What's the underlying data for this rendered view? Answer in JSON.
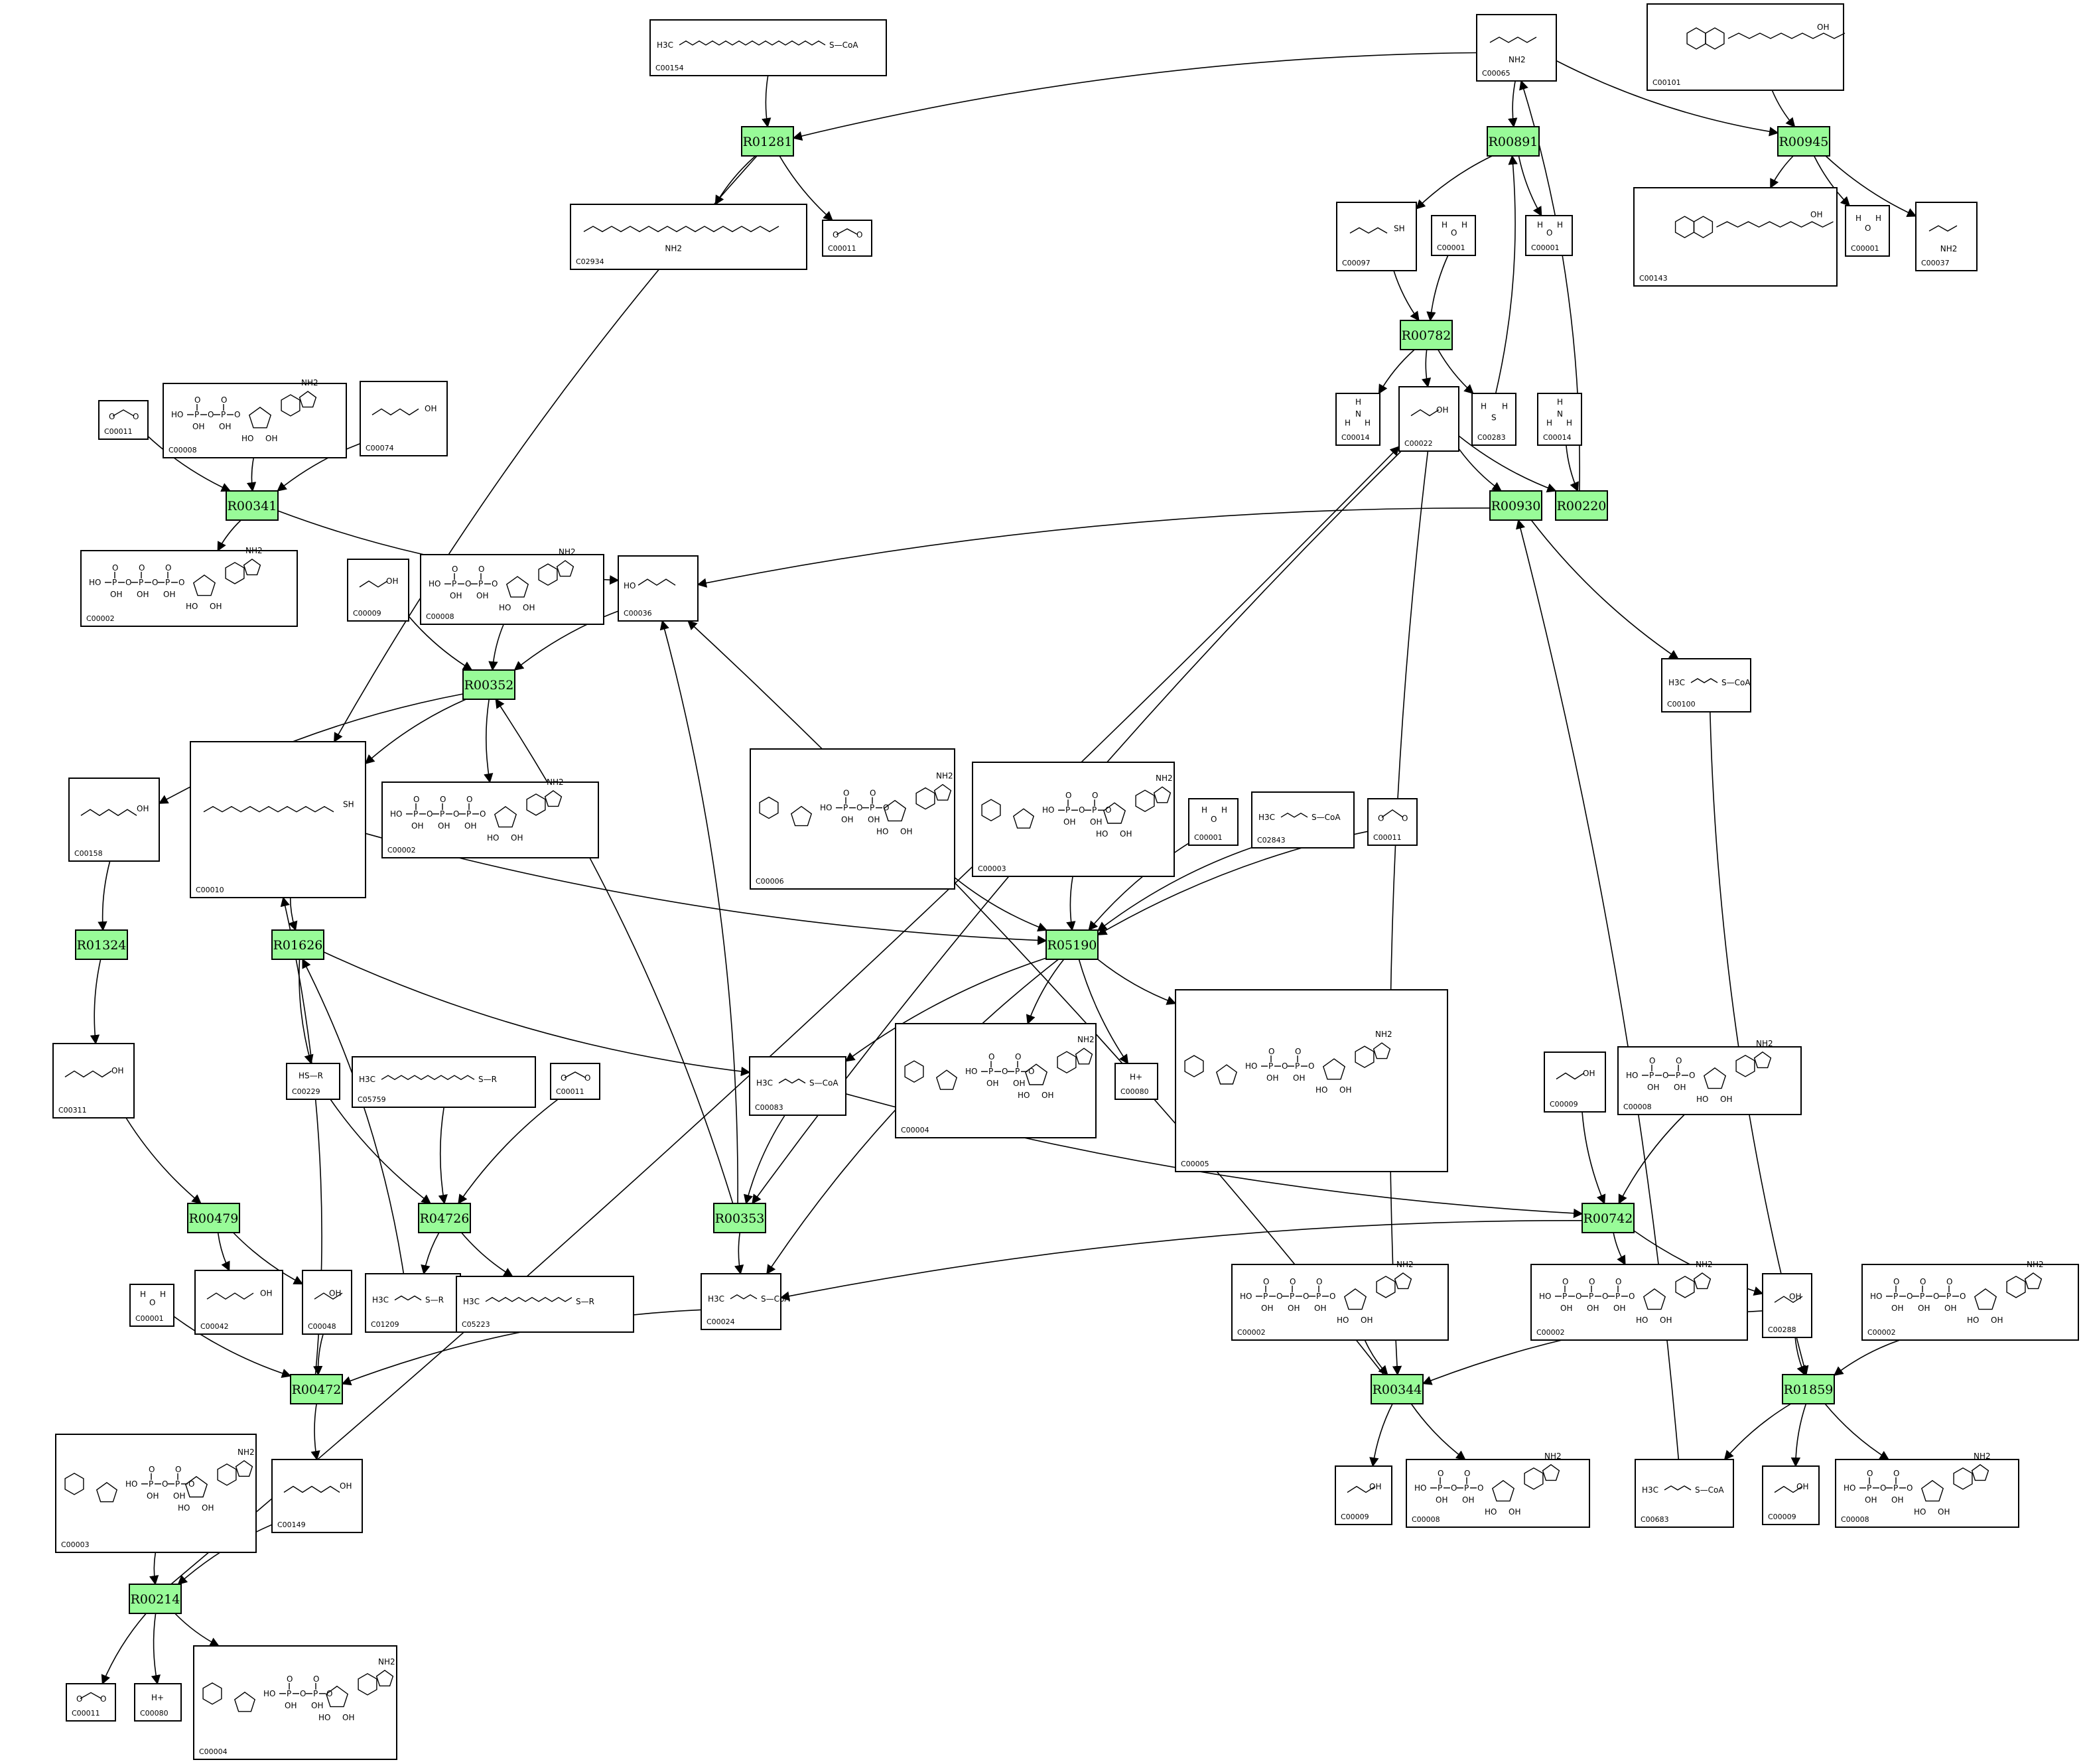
{
  "reactions": [
    {
      "id": "R01281",
      "label": "R01281"
    },
    {
      "id": "R00891",
      "label": "R00891"
    },
    {
      "id": "R00945",
      "label": "R00945"
    },
    {
      "id": "R00782",
      "label": "R00782"
    },
    {
      "id": "R00341",
      "label": "R00341"
    },
    {
      "id": "R00930",
      "label": "R00930"
    },
    {
      "id": "R00220",
      "label": "R00220"
    },
    {
      "id": "R00352",
      "label": "R00352"
    },
    {
      "id": "R01324",
      "label": "R01324"
    },
    {
      "id": "R01626",
      "label": "R01626"
    },
    {
      "id": "R05190",
      "label": "R05190"
    },
    {
      "id": "R00479",
      "label": "R00479"
    },
    {
      "id": "R04726",
      "label": "R04726"
    },
    {
      "id": "R00353",
      "label": "R00353"
    },
    {
      "id": "R00742",
      "label": "R00742"
    },
    {
      "id": "R00472",
      "label": "R00472"
    },
    {
      "id": "R00344",
      "label": "R00344"
    },
    {
      "id": "R01859",
      "label": "R01859"
    },
    {
      "id": "R00214",
      "label": "R00214"
    }
  ],
  "compounds": [
    {
      "key": "c00154",
      "label": "C00154",
      "structure": "S-CoA"
    },
    {
      "key": "c00065",
      "label": "C00065",
      "structure": "NH2"
    },
    {
      "key": "c00101",
      "label": "C00101",
      "structure": "C00101"
    },
    {
      "key": "c02934",
      "label": "C02934",
      "structure": "NH2"
    },
    {
      "key": "c00011a",
      "label": "C00011",
      "structure": "O=C=O"
    },
    {
      "key": "c00097",
      "label": "C00097",
      "structure": "SH"
    },
    {
      "key": "c00001a",
      "label": "C00001",
      "structure": "H2O"
    },
    {
      "key": "c00143",
      "label": "C00143",
      "structure": "C00143"
    },
    {
      "key": "c00001b",
      "label": "C00001",
      "structure": "H2O"
    },
    {
      "key": "c00037",
      "label": "C00037",
      "structure": "NH2"
    },
    {
      "key": "c00001c",
      "label": "C00001",
      "structure": "H2O"
    },
    {
      "key": "c00011b",
      "label": "C00011",
      "structure": "O=C=O"
    },
    {
      "key": "c00008a",
      "label": "C00008",
      "structure": "ADP"
    },
    {
      "key": "c00074",
      "label": "C00074",
      "structure": "OH"
    },
    {
      "key": "c00014a",
      "label": "C00014",
      "structure": "NH3"
    },
    {
      "key": "c00022",
      "label": "C00022",
      "structure": "OH"
    },
    {
      "key": "c00283",
      "label": "C00283",
      "structure": "H2S"
    },
    {
      "key": "c00014b",
      "label": "C00014",
      "structure": "NH3"
    },
    {
      "key": "c00002a",
      "label": "C00002",
      "structure": "ATP"
    },
    {
      "key": "c00009a",
      "label": "C00009",
      "structure": "OH"
    },
    {
      "key": "c00008b",
      "label": "C00008",
      "structure": "ADP"
    },
    {
      "key": "c00036",
      "label": "C00036",
      "structure": "HO"
    },
    {
      "key": "c00100",
      "label": "C00100",
      "structure": "S-CoA"
    },
    {
      "key": "c00158",
      "label": "C00158",
      "structure": "OH"
    },
    {
      "key": "c00010",
      "label": "C00010",
      "structure": "SH"
    },
    {
      "key": "c00002b",
      "label": "C00002",
      "structure": "ATP"
    },
    {
      "key": "c00006a",
      "label": "C00006",
      "structure": "NADP+"
    },
    {
      "key": "c00003a",
      "label": "C00003",
      "structure": "NAD+"
    },
    {
      "key": "c00001d",
      "label": "C00001",
      "structure": "H2O"
    },
    {
      "key": "c02843",
      "label": "C02843",
      "structure": "S-CoA"
    },
    {
      "key": "c00011c",
      "label": "C00011",
      "structure": "O=C=O"
    },
    {
      "key": "c00311",
      "label": "C00311",
      "structure": "OH"
    },
    {
      "key": "c00229",
      "label": "C00229",
      "structure": "HS-R"
    },
    {
      "key": "c05759",
      "label": "C05759",
      "structure": "S-R"
    },
    {
      "key": "c00011d",
      "label": "C00011",
      "structure": "O=C=O"
    },
    {
      "key": "c00083",
      "label": "C00083",
      "structure": "S-CoA"
    },
    {
      "key": "c00004a",
      "label": "C00004",
      "structure": "NADH"
    },
    {
      "key": "c00080a",
      "label": "C00080",
      "structure": "H+"
    },
    {
      "key": "c00005",
      "label": "C00005",
      "structure": "NADPH"
    },
    {
      "key": "c00009b",
      "label": "C00009",
      "structure": "OH"
    },
    {
      "key": "c00008c",
      "label": "C00008",
      "structure": "ADP"
    },
    {
      "key": "c00001e",
      "label": "C00001",
      "structure": "H2O"
    },
    {
      "key": "c00042",
      "label": "C00042",
      "structure": "OH"
    },
    {
      "key": "c00048",
      "label": "C00048",
      "structure": "OH"
    },
    {
      "key": "c01209",
      "label": "C01209",
      "structure": "S-R"
    },
    {
      "key": "c05223",
      "label": "C05223",
      "structure": "S-R"
    },
    {
      "key": "c00024",
      "label": "C00024",
      "structure": "S-CoA"
    },
    {
      "key": "c00002c",
      "label": "C00002",
      "structure": "ATP"
    },
    {
      "key": "c00002d",
      "label": "C00002",
      "structure": "ATP"
    },
    {
      "key": "c00288",
      "label": "C00288",
      "structure": "OH"
    },
    {
      "key": "c00002e",
      "label": "C00002",
      "structure": "ATP"
    },
    {
      "key": "c00003b",
      "label": "C00003",
      "structure": "NAD+"
    },
    {
      "key": "c00149",
      "label": "C00149",
      "structure": "OH"
    },
    {
      "key": "c00009c",
      "label": "C00009",
      "structure": "OH"
    },
    {
      "key": "c00008d",
      "label": "C00008",
      "structure": "ADP"
    },
    {
      "key": "c00683",
      "label": "C00683",
      "structure": "S-CoA"
    },
    {
      "key": "c00009d",
      "label": "C00009",
      "structure": "OH"
    },
    {
      "key": "c00008e",
      "label": "C00008",
      "structure": "ADP"
    },
    {
      "key": "c00011e",
      "label": "C00011",
      "structure": "O=C=O"
    },
    {
      "key": "c00080b",
      "label": "C00080",
      "structure": "H+"
    },
    {
      "key": "c00004b",
      "label": "C00004",
      "structure": "NADH"
    }
  ],
  "edges": [
    {
      "from": "c00154",
      "to": "R01281"
    },
    {
      "from": "c00065",
      "to": "R01281"
    },
    {
      "from": "R01281",
      "to": "c02934"
    },
    {
      "from": "R01281",
      "to": "c00011a"
    },
    {
      "from": "R01281",
      "to": "c00010"
    },
    {
      "from": "c00065",
      "to": "R00891"
    },
    {
      "from": "c00283",
      "to": "R00891"
    },
    {
      "from": "R00891",
      "to": "c00097"
    },
    {
      "from": "R00891",
      "to": "c00001b"
    },
    {
      "from": "c00065",
      "to": "R00945"
    },
    {
      "from": "c00101",
      "to": "R00945"
    },
    {
      "from": "R00945",
      "to": "c00143"
    },
    {
      "from": "R00945",
      "to": "c00001c"
    },
    {
      "from": "R00945",
      "to": "c00037"
    },
    {
      "from": "c00097",
      "to": "R00782"
    },
    {
      "from": "c00001a",
      "to": "R00782"
    },
    {
      "from": "R00782",
      "to": "c00014a"
    },
    {
      "from": "R00782",
      "to": "c00022"
    },
    {
      "from": "R00782",
      "to": "c00283"
    },
    {
      "from": "c00011b",
      "to": "R00341"
    },
    {
      "from": "c00008a",
      "to": "R00341"
    },
    {
      "from": "c00074",
      "to": "R00341"
    },
    {
      "from": "R00341",
      "to": "c00002a"
    },
    {
      "from": "R00341",
      "to": "c00036"
    },
    {
      "from": "c00022",
      "to": "R00930"
    },
    {
      "from": "c00683",
      "to": "R00930"
    },
    {
      "from": "R00930",
      "to": "c00036"
    },
    {
      "from": "R00930",
      "to": "c00100"
    },
    {
      "from": "c00022",
      "to": "R00220"
    },
    {
      "from": "c00014b",
      "to": "R00220"
    },
    {
      "from": "R00220",
      "to": "c00065"
    },
    {
      "from": "c00009a",
      "to": "R00352"
    },
    {
      "from": "c00008b",
      "to": "R00352"
    },
    {
      "from": "c00036",
      "to": "R00352"
    },
    {
      "from": "R00353",
      "to": "R00352"
    },
    {
      "from": "R00352",
      "to": "c00158"
    },
    {
      "from": "R00352",
      "to": "c00010"
    },
    {
      "from": "R00352",
      "to": "c00002b"
    },
    {
      "from": "c00158",
      "to": "R01324"
    },
    {
      "from": "R01324",
      "to": "c00311"
    },
    {
      "from": "c00010",
      "to": "R01626"
    },
    {
      "from": "c01209",
      "to": "R01626"
    },
    {
      "from": "R01626",
      "to": "c00229"
    },
    {
      "from": "R01626",
      "to": "c00083"
    },
    {
      "from": "c00010",
      "to": "R05190"
    },
    {
      "from": "c00006a",
      "to": "R05190"
    },
    {
      "from": "c00003a",
      "to": "R05190"
    },
    {
      "from": "c00001d",
      "to": "R05190"
    },
    {
      "from": "c02843",
      "to": "R05190"
    },
    {
      "from": "c00011c",
      "to": "R05190"
    },
    {
      "from": "R05190",
      "to": "c00083"
    },
    {
      "from": "R05190",
      "to": "c00004a"
    },
    {
      "from": "R05190",
      "to": "c00080a"
    },
    {
      "from": "R05190",
      "to": "c00005"
    },
    {
      "from": "R05190",
      "to": "c00024"
    },
    {
      "from": "c00311",
      "to": "R00479"
    },
    {
      "from": "R00479",
      "to": "c00042"
    },
    {
      "from": "R00479",
      "to": "c00048"
    },
    {
      "from": "c00229",
      "to": "R04726"
    },
    {
      "from": "c05759",
      "to": "R04726"
    },
    {
      "from": "c00011d",
      "to": "R04726"
    },
    {
      "from": "R04726",
      "to": "c01209"
    },
    {
      "from": "R04726",
      "to": "c05223"
    },
    {
      "from": "c00083",
      "to": "R00353"
    },
    {
      "from": "c00022",
      "to": "R00353"
    },
    {
      "from": "R00353",
      "to": "c00024"
    },
    {
      "from": "R00353",
      "to": "c00036"
    },
    {
      "from": "c00009b",
      "to": "R00742"
    },
    {
      "from": "c00008c",
      "to": "R00742"
    },
    {
      "from": "c00083",
      "to": "R00742"
    },
    {
      "from": "R00742",
      "to": "c00024"
    },
    {
      "from": "R00742",
      "to": "c00002c"
    },
    {
      "from": "R00742",
      "to": "c00288"
    },
    {
      "from": "c00001e",
      "to": "R00472"
    },
    {
      "from": "c00048",
      "to": "R00472"
    },
    {
      "from": "c00024",
      "to": "R00472"
    },
    {
      "from": "R00472",
      "to": "c00010"
    },
    {
      "from": "R00472",
      "to": "c00149"
    },
    {
      "from": "c00002d",
      "to": "R00344"
    },
    {
      "from": "c00288",
      "to": "R00344"
    },
    {
      "from": "c00022",
      "to": "R00344"
    },
    {
      "from": "R00344",
      "to": "c00009c"
    },
    {
      "from": "R00344",
      "to": "c00008d"
    },
    {
      "from": "R00344",
      "to": "c00036"
    },
    {
      "from": "c00100",
      "to": "R01859"
    },
    {
      "from": "c00288",
      "to": "R01859"
    },
    {
      "from": "c00002e",
      "to": "R01859"
    },
    {
      "from": "R01859",
      "to": "c00683"
    },
    {
      "from": "R01859",
      "to": "c00009d"
    },
    {
      "from": "R01859",
      "to": "c00008e"
    },
    {
      "from": "c00003b",
      "to": "R00214"
    },
    {
      "from": "c00149",
      "to": "R00214"
    },
    {
      "from": "R00214",
      "to": "c00011e"
    },
    {
      "from": "R00214",
      "to": "c00080b"
    },
    {
      "from": "R00214",
      "to": "c00004b"
    },
    {
      "from": "R00214",
      "to": "c00022"
    }
  ]
}
